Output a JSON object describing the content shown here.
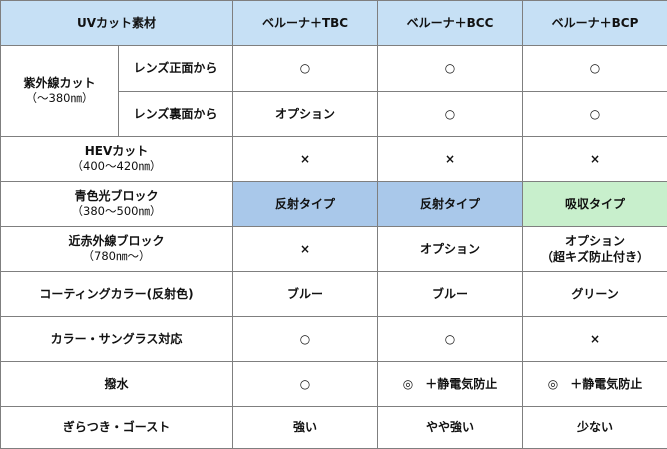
{
  "header": {
    "material": "UVカット素材",
    "products": [
      "ベルーナ＋TBC",
      "ベルーナ＋BCC",
      "ベルーナ＋BCP"
    ]
  },
  "uv_cut": {
    "label": "紫外線カット",
    "sub": "（～380㎚）",
    "front": {
      "label": "レンズ正面から",
      "values": [
        "○",
        "○",
        "○"
      ]
    },
    "back": {
      "label": "レンズ裏面から",
      "values": [
        "オプション",
        "○",
        "○"
      ]
    }
  },
  "rows": [
    {
      "label": "HEVカット",
      "sub": "（400～420㎚）",
      "values": [
        "×",
        "×",
        "×"
      ]
    },
    {
      "label": "青色光ブロック",
      "sub": "（380～500㎚）",
      "values": [
        "反射タイプ",
        "反射タイプ",
        "吸収タイプ"
      ]
    },
    {
      "label": "近赤外線ブロック",
      "sub": "（780㎚～）",
      "values": [
        "×",
        "オプション",
        "オプション"
      ],
      "extra": "（超キズ防止付き）"
    },
    {
      "label": "コーティングカラー(反射色)",
      "values": [
        "ブルー",
        "ブルー",
        "グリーン"
      ]
    },
    {
      "label": "カラー・サングラス対応",
      "values": [
        "○",
        "○",
        "×"
      ]
    },
    {
      "label": "撥水",
      "values": [
        "○",
        "◎　＋静電気防止",
        "◎　＋静電気防止"
      ]
    },
    {
      "label": "ぎらつき・ゴースト",
      "values": [
        "強い",
        "やや強い",
        "少ない"
      ]
    }
  ],
  "colors": {
    "header_bg": "#c6e0f5",
    "reflect_bg": "#a9c8ea",
    "absorb_bg": "#c8efcc",
    "border": "#7f7f7f"
  }
}
